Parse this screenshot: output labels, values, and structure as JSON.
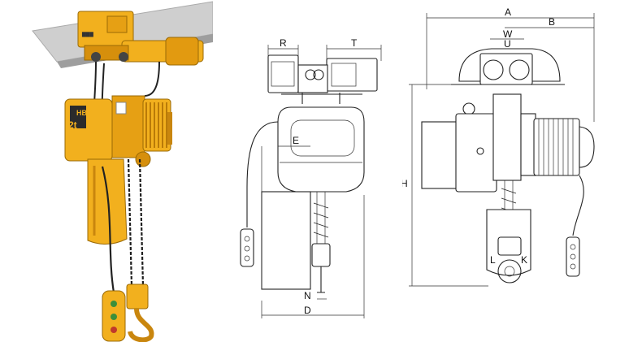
{
  "product_photo": {
    "housing_marking": "HBY",
    "capacity_marking": "2t"
  },
  "side_view": {
    "labels": {
      "R": "R",
      "T": "T",
      "E": "E",
      "D": "D",
      "N": "N"
    }
  },
  "front_view": {
    "labels": {
      "A": "A",
      "B": "B",
      "W": "W",
      "U": "U",
      "H": "H",
      "L": "L",
      "K": "K"
    }
  },
  "colors": {
    "hoist_yellow": "#f2b01e",
    "hoist_shadow": "#c9860e",
    "rail_grey": "#c8c8c8",
    "line_ink": "#222222"
  }
}
